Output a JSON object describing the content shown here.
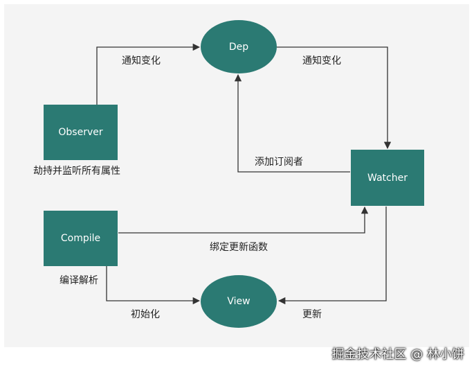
{
  "nodes": {
    "dep": "Dep",
    "observer": "Observer",
    "watcher": "Watcher",
    "compile": "Compile",
    "view": "View"
  },
  "edge_labels": {
    "observer_to_dep": "通知变化",
    "dep_to_watcher": "通知变化",
    "watcher_to_dep": "添加订阅者",
    "compile_to_watcher": "绑定更新函数",
    "compile_to_view": "初始化",
    "watcher_to_view": "更新"
  },
  "captions": {
    "observer": "劫持并监听所有属性",
    "compile": "编译解析"
  },
  "watermark": "掘金技术社区 @ 林小饼",
  "colors": {
    "node_fill": "#2b7a73",
    "node_text": "#ffffff",
    "panel_bg": "#f4f4f4",
    "line": "#333333"
  }
}
